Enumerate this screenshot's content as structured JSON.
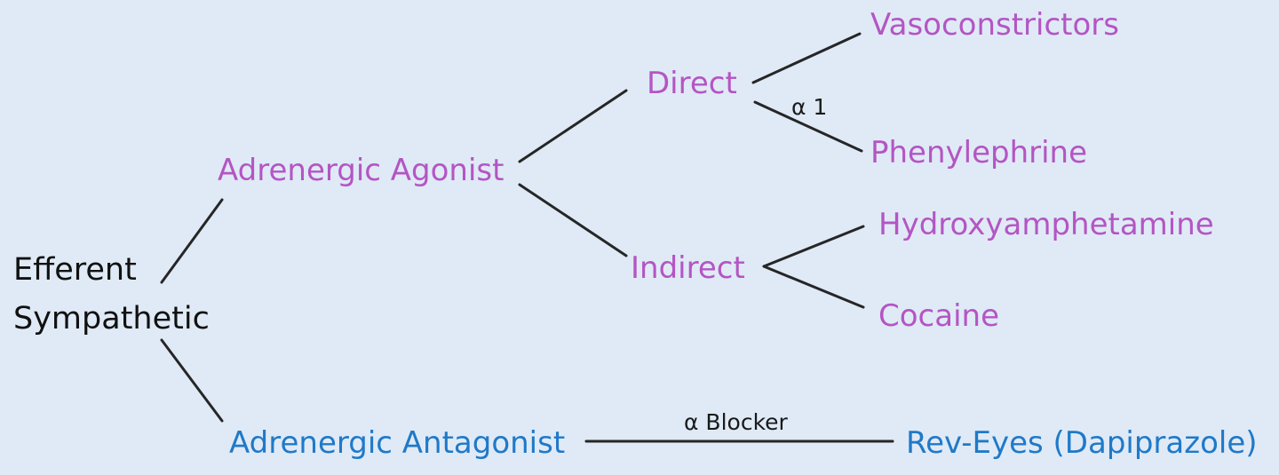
{
  "colors": {
    "background": "#dfeaf6",
    "agonist_branch": "#b455c4",
    "antagonist_branch": "#2079c8",
    "root_text": "#111111",
    "edges": "#262626"
  },
  "nodes": {
    "root_line1": "Efferent",
    "root_line2": "Sympathetic",
    "agonist": "Adrenergic Agonist",
    "antagonist": "Adrenergic Antagonist",
    "direct": "Direct",
    "indirect": "Indirect",
    "vasoconstrictors": "Vasoconstrictors",
    "phenylephrine": "Phenylephrine",
    "hydroxyamphetamine": "Hydroxyamphetamine",
    "cocaine": "Cocaine",
    "rev_eyes": "Rev-Eyes (Dapiprazole)"
  },
  "edge_labels": {
    "alpha1": "α 1",
    "alpha_blocker": "α Blocker"
  }
}
